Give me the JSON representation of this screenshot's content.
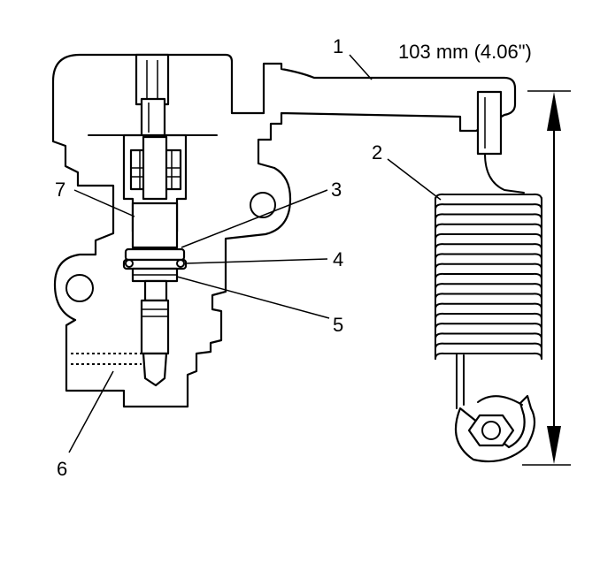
{
  "dimension": {
    "text": "103 mm (4.06\")"
  },
  "callouts": [
    {
      "id": "1",
      "text": "1"
    },
    {
      "id": "2",
      "text": "2"
    },
    {
      "id": "3",
      "text": "3"
    },
    {
      "id": "4",
      "text": "4"
    },
    {
      "id": "5",
      "text": "5"
    },
    {
      "id": "6",
      "text": "6"
    },
    {
      "id": "7",
      "text": "7"
    }
  ],
  "icons": {
    "valve_body": "proportioning-valve-body-icon",
    "spring": "coil-spring-icon",
    "bolt": "hex-nut-icon",
    "arrow": "double-headed-dimension-arrow-icon"
  }
}
